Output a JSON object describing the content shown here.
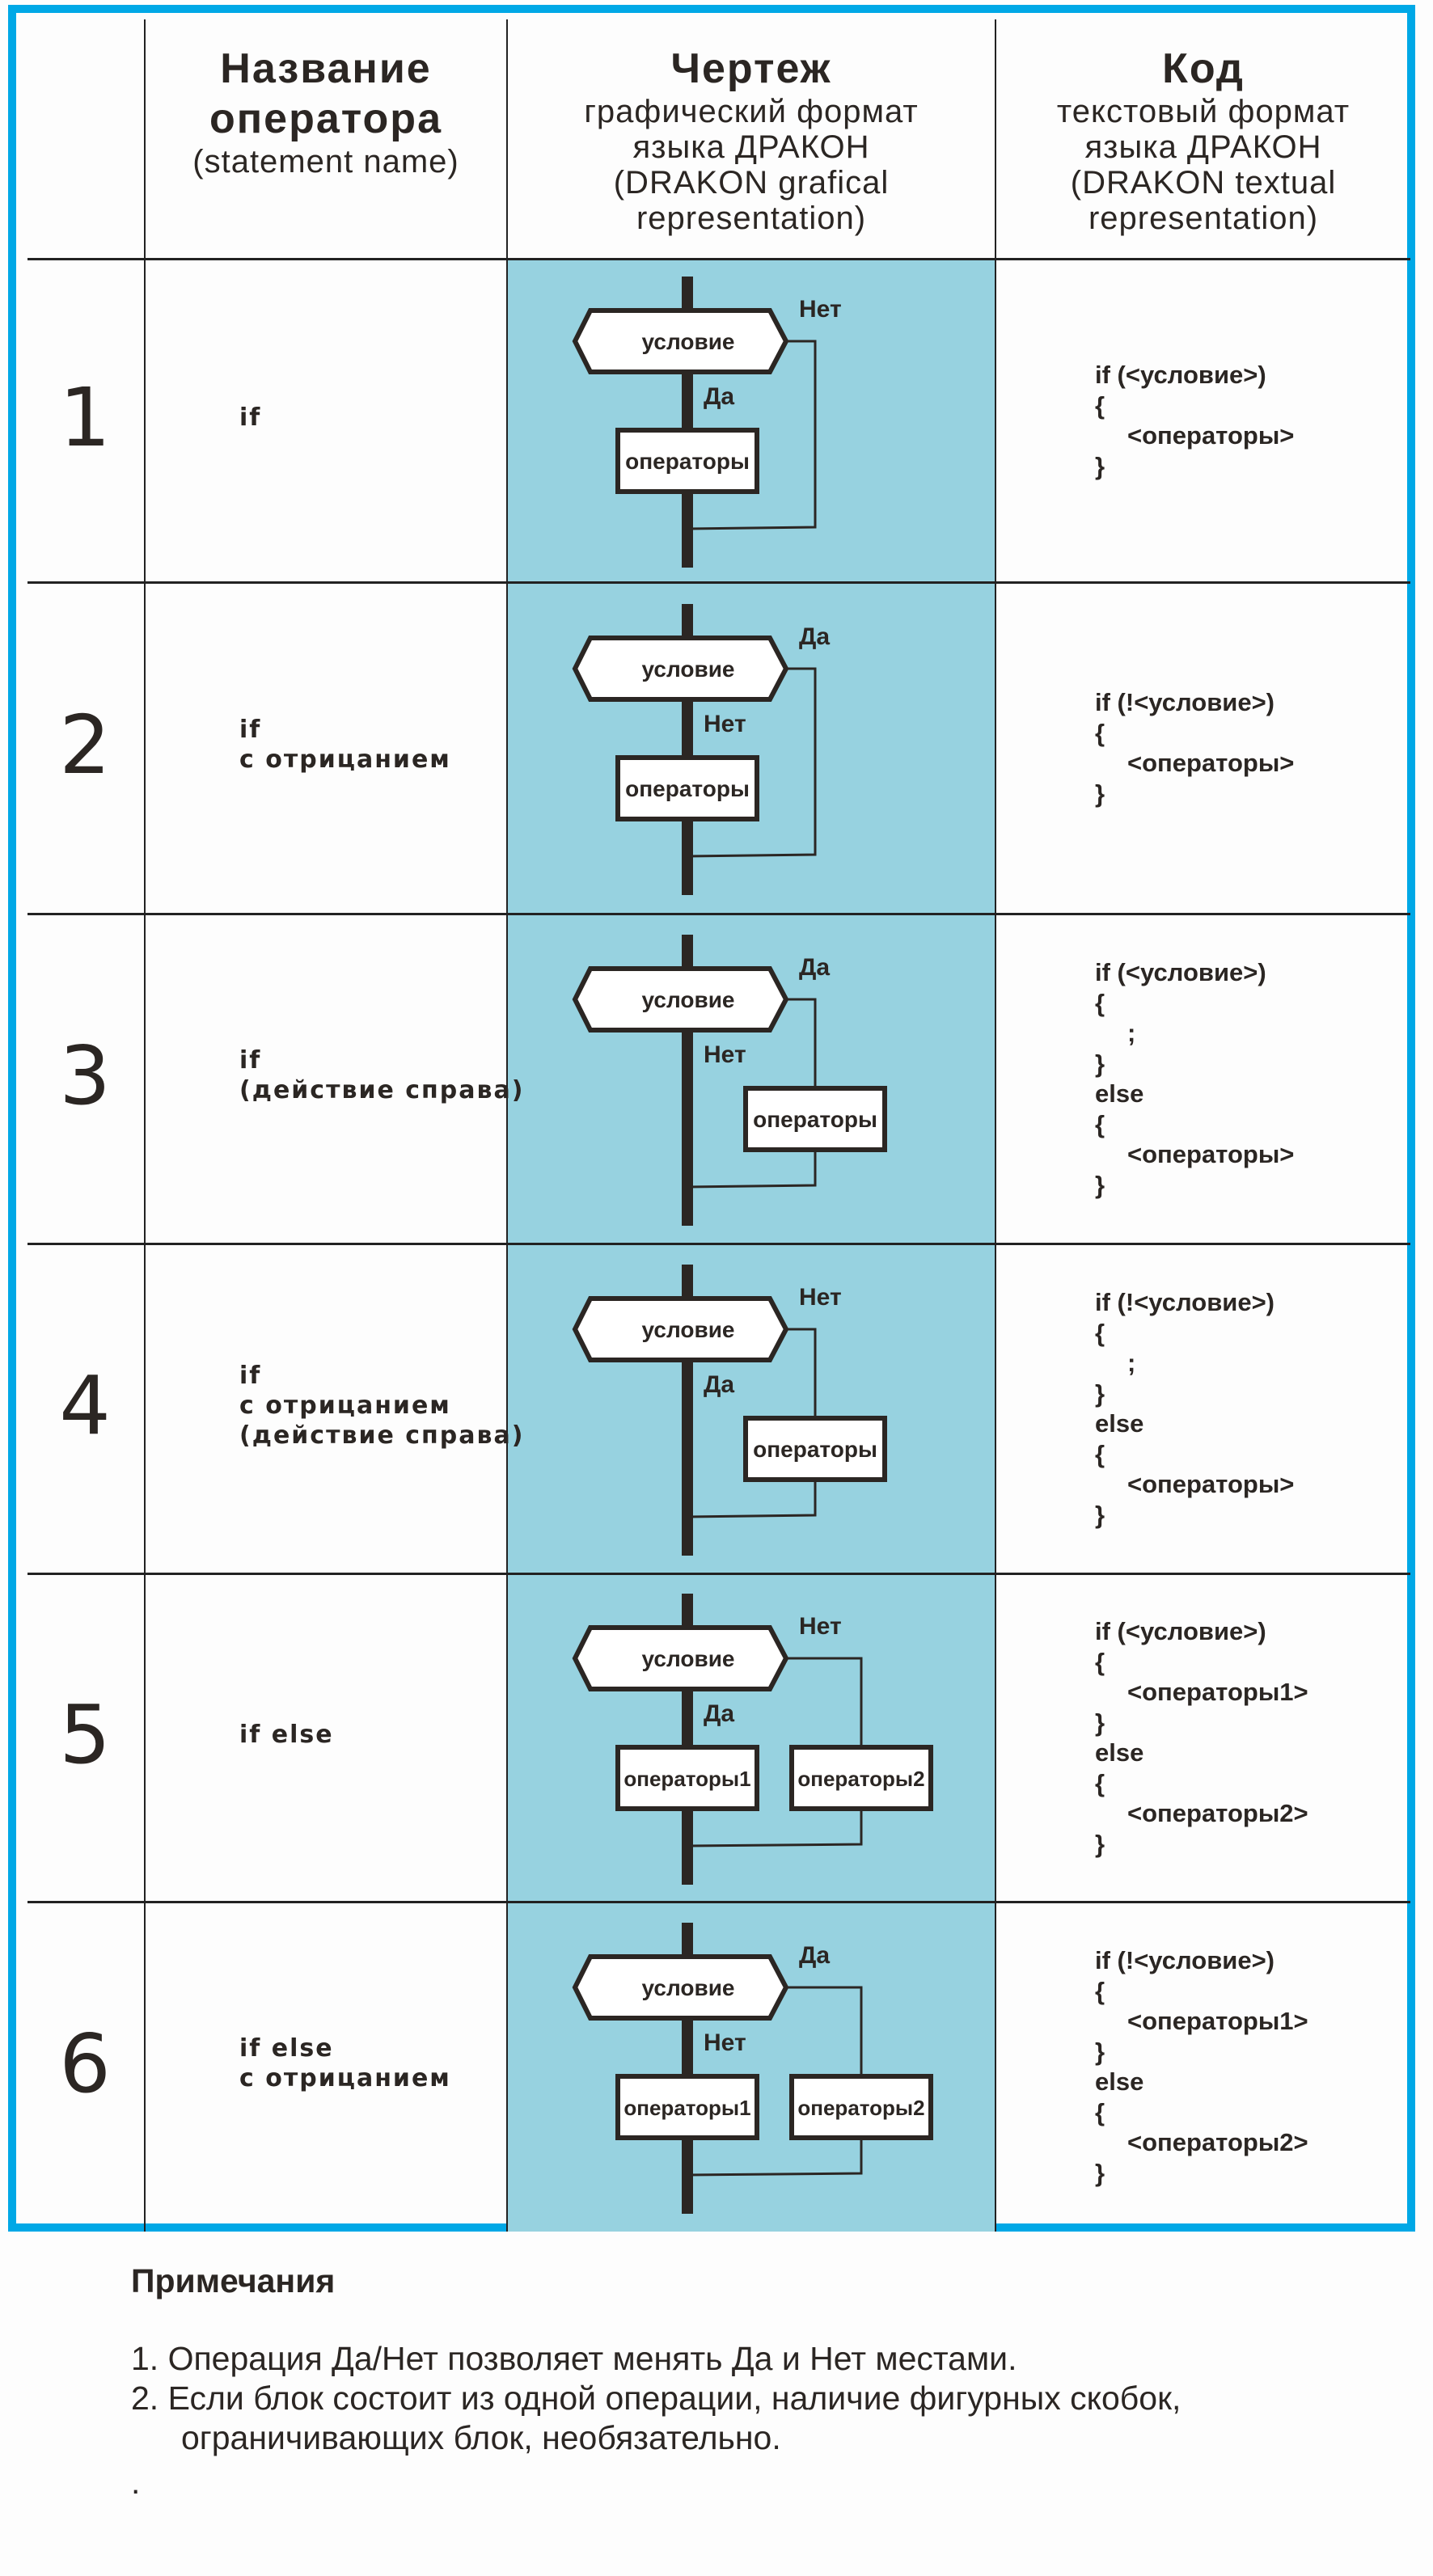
{
  "header": {
    "col_name": {
      "title_line1": "Название",
      "title_line2": "оператора",
      "subtitle": "(statement name)"
    },
    "col_drawing": {
      "title": "Чертеж",
      "sub_lines": [
        "графический формат",
        "языка ДРАКОН",
        "(DRAKON grafical",
        "representation)"
      ]
    },
    "col_code": {
      "title": "Код",
      "sub_lines": [
        "текстовый формат",
        "языка ДРАКОН",
        "(DRAKON textual",
        "representation)"
      ]
    }
  },
  "colors": {
    "frame": "#00a8e6",
    "diagram_bg": "#97d2e0",
    "ink": "#2b2623"
  },
  "rows": [
    {
      "number": "1",
      "name_lines": [
        "if"
      ],
      "diagram": {
        "type": "if",
        "condition": "условие",
        "right_label": "Нет",
        "down_label": "Да",
        "block": "операторы"
      },
      "code": [
        "if (<условие>)",
        "{",
        "  <операторы>",
        "}"
      ]
    },
    {
      "number": "2",
      "name_lines": [
        "if",
        "с отрицанием"
      ],
      "diagram": {
        "type": "if",
        "condition": "условие",
        "right_label": "Да",
        "down_label": "Нет",
        "block": "операторы"
      },
      "code": [
        "if (!<условие>)",
        "{",
        "  <операторы>",
        "}"
      ]
    },
    {
      "number": "3",
      "name_lines": [
        "if",
        "(действие справа)"
      ],
      "diagram": {
        "type": "if-right",
        "condition": "условие",
        "right_label": "Да",
        "down_label": "Нет",
        "block": "операторы"
      },
      "code": [
        "if (<условие>)",
        "{",
        "  ;",
        "}",
        "else",
        "{",
        "  <операторы>",
        "}"
      ]
    },
    {
      "number": "4",
      "name_lines": [
        "if",
        "с отрицанием",
        "(действие справа)"
      ],
      "diagram": {
        "type": "if-right",
        "condition": "условие",
        "right_label": "Нет",
        "down_label": "Да",
        "block": "операторы"
      },
      "code": [
        "if (!<условие>)",
        "{",
        "  ;",
        "}",
        "else",
        "{",
        "  <операторы>",
        "}"
      ]
    },
    {
      "number": "5",
      "name_lines": [
        "if else"
      ],
      "diagram": {
        "type": "if-else",
        "condition": "условие",
        "right_label": "Нет",
        "down_label": "Да",
        "block": "операторы1",
        "block2": "операторы2"
      },
      "code": [
        "if (<условие>)",
        "{",
        "  <операторы1>",
        "}",
        "else",
        "{",
        "  <операторы2>",
        "}"
      ]
    },
    {
      "number": "6",
      "name_lines": [
        "if else",
        "с отрицанием"
      ],
      "diagram": {
        "type": "if-else",
        "condition": "условие",
        "right_label": "Да",
        "down_label": "Нет",
        "block": "операторы1",
        "block2": "операторы2"
      },
      "code": [
        "if (!<условие>)",
        "{",
        "  <операторы1>",
        "}",
        "else",
        "{",
        "  <операторы2>",
        "}"
      ]
    }
  ],
  "notes": {
    "title": "Примечания",
    "items": [
      "1. Операция Да/Нет позволяет менять Да и Нет местами.",
      "2. Если блок состоит из одной операции, наличие фигурных скобок,"
    ],
    "continuation": "ограничивающих блок, необязательно.",
    "trailing": "."
  }
}
